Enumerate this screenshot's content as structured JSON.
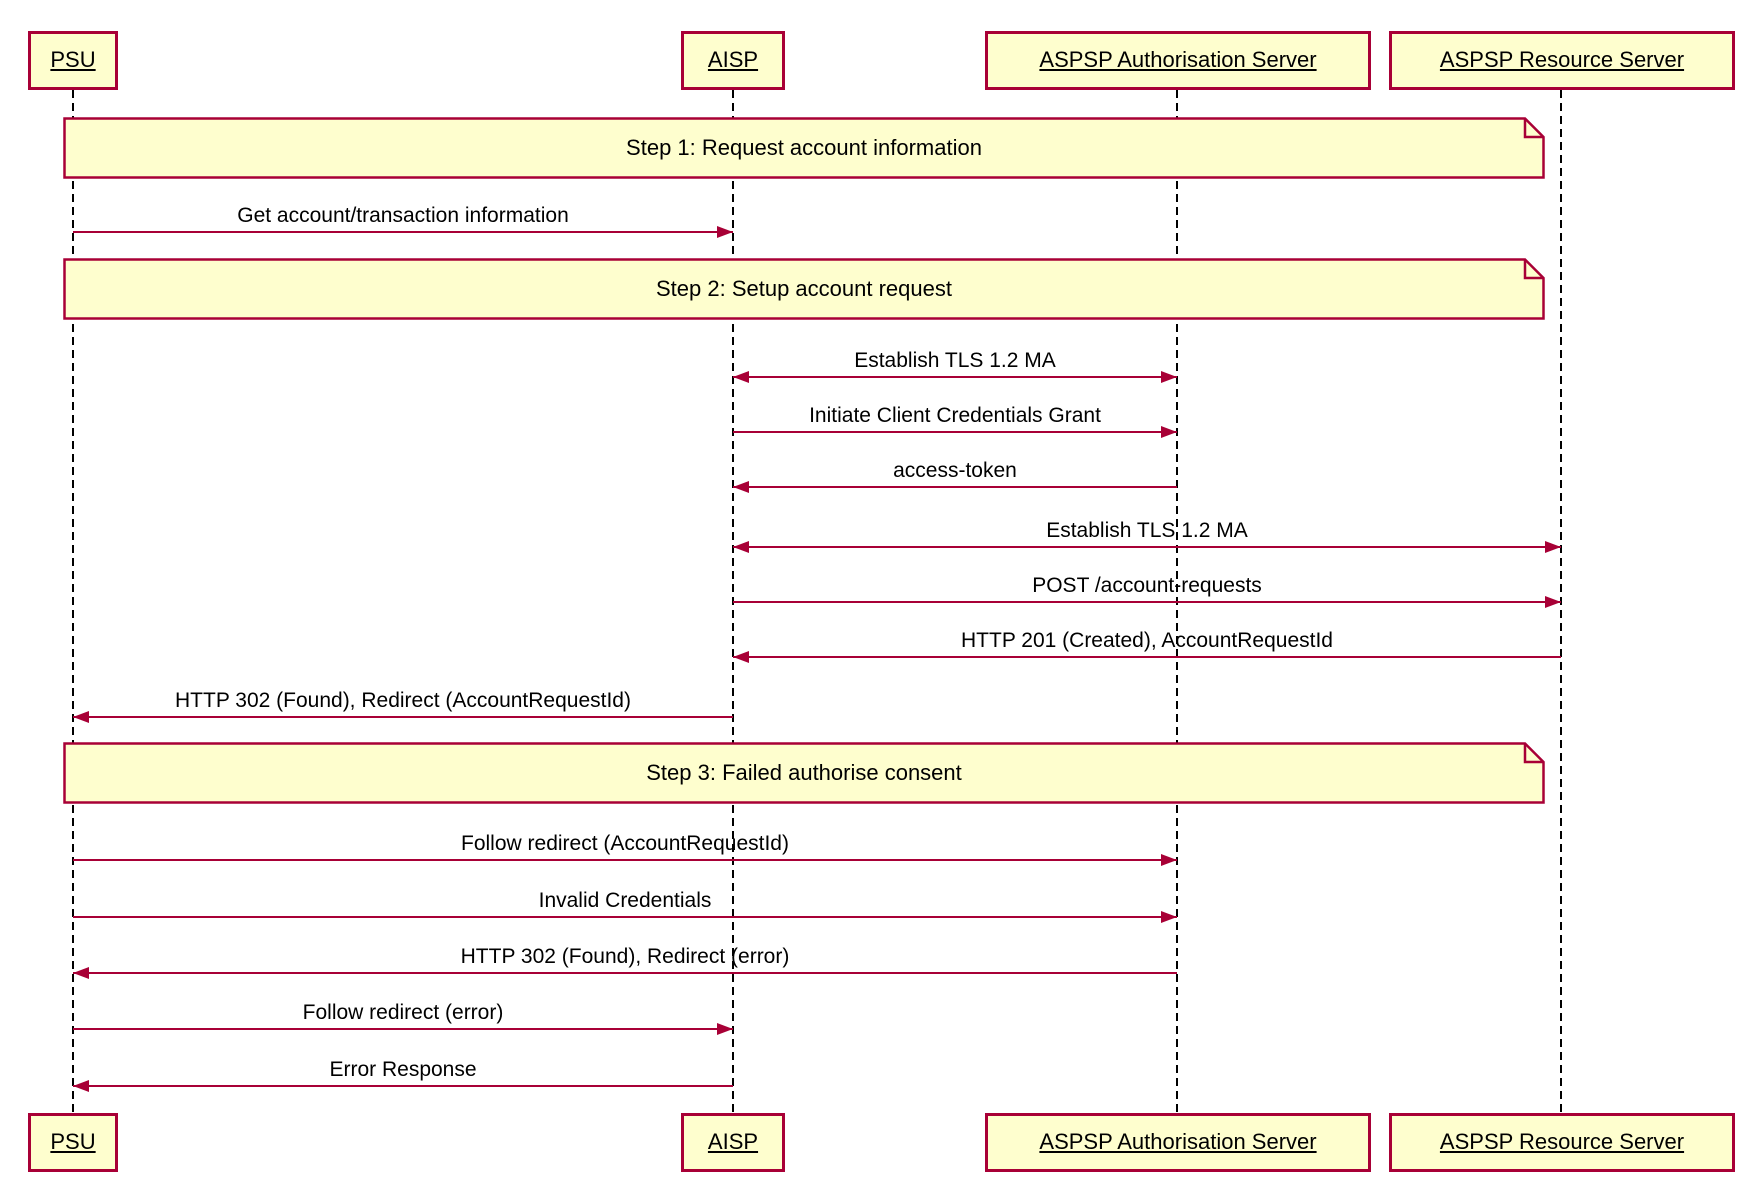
{
  "diagram": {
    "type": "uml-sequence-diagram",
    "colors": {
      "box_fill": "#FEFECE",
      "stroke": "#A80036",
      "text": "#000000",
      "lifeline": "#000000",
      "background": "#FFFFFF"
    },
    "participants": [
      {
        "name": "PSU"
      },
      {
        "name": "AISP"
      },
      {
        "name": "ASPSP Authorisation Server"
      },
      {
        "name": "ASPSP Resource Server"
      }
    ],
    "notes": [
      {
        "label": "Step 1: Request account information"
      },
      {
        "label": "Step 2: Setup account request"
      },
      {
        "label": "Step 3: Failed authorise consent"
      }
    ],
    "messages": [
      {
        "label": "Get account/transaction information",
        "from": "PSU",
        "to": "AISP",
        "direction": "right"
      },
      {
        "label": "Establish TLS 1.2 MA",
        "from": "AISP",
        "to": "ASPSP Authorisation Server",
        "direction": "both"
      },
      {
        "label": "Initiate Client Credentials Grant",
        "from": "AISP",
        "to": "ASPSP Authorisation Server",
        "direction": "right"
      },
      {
        "label": "access-token",
        "from": "ASPSP Authorisation Server",
        "to": "AISP",
        "direction": "left"
      },
      {
        "label": "Establish TLS 1.2 MA",
        "from": "AISP",
        "to": "ASPSP Resource Server",
        "direction": "both"
      },
      {
        "label": "POST /account-requests",
        "from": "AISP",
        "to": "ASPSP Resource Server",
        "direction": "right"
      },
      {
        "label": "HTTP 201 (Created), AccountRequestId",
        "from": "ASPSP Resource Server",
        "to": "AISP",
        "direction": "left"
      },
      {
        "label": "HTTP 302 (Found), Redirect (AccountRequestId)",
        "from": "AISP",
        "to": "PSU",
        "direction": "left"
      },
      {
        "label": "Follow redirect (AccountRequestId)",
        "from": "PSU",
        "to": "ASPSP Authorisation Server",
        "direction": "right"
      },
      {
        "label": "Invalid Credentials",
        "from": "PSU",
        "to": "ASPSP Authorisation Server",
        "direction": "right"
      },
      {
        "label": "HTTP 302 (Found), Redirect (error)",
        "from": "ASPSP Authorisation Server",
        "to": "PSU",
        "direction": "left"
      },
      {
        "label": "Follow redirect (error)",
        "from": "PSU",
        "to": "AISP",
        "direction": "right"
      },
      {
        "label": "Error Response",
        "from": "AISP",
        "to": "PSU",
        "direction": "left"
      }
    ]
  }
}
